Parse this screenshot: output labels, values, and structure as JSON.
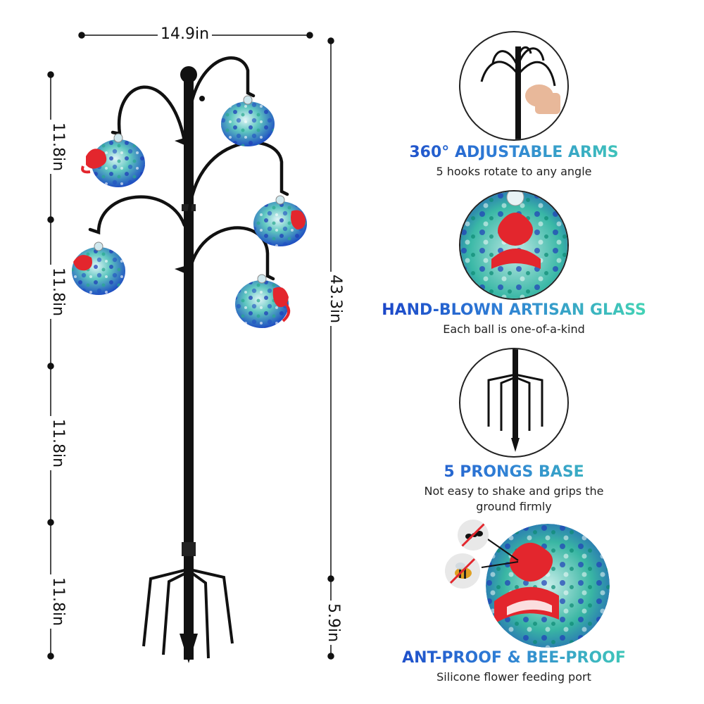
{
  "dimensions": {
    "width": "14.9in",
    "height_total": "43.3in",
    "base_depth": "5.9in",
    "segments": [
      "11.8in",
      "11.8in",
      "11.8in",
      "11.8in"
    ]
  },
  "features": [
    {
      "title": "360° ADJUSTABLE ARMS",
      "subtitle": "5 hooks rotate to any angle"
    },
    {
      "title": "HAND-BLOWN ARTISAN GLASS",
      "subtitle": "Each ball is one-of-a-kind"
    },
    {
      "title": "5 PRONGS BASE",
      "subtitle": "Not easy to shake and grips the ground firmly"
    },
    {
      "title": "ANT-PROOF & BEE-PROOF",
      "subtitle": "Silicone flower feeding port"
    }
  ],
  "colors": {
    "pole": "#111111",
    "flower_port": "#e3262d",
    "glass_blue": "#1f4fc2",
    "glass_teal": "#2aa88f",
    "title_gradient_start": "#1b45c8",
    "title_gradient_end": "#43d4b4"
  },
  "icons": [
    "ant-prohibited-icon",
    "bee-prohibited-icon"
  ]
}
